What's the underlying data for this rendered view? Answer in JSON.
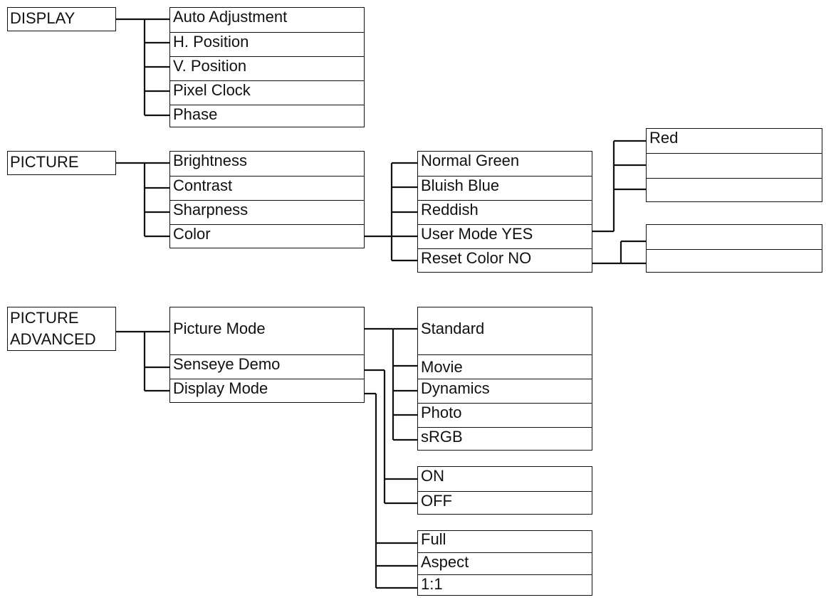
{
  "menus": [
    {
      "label": "DISPLAY",
      "items": [
        "Auto Adjustment",
        "H. Position",
        "V. Position",
        "Pixel Clock",
        "Phase"
      ]
    },
    {
      "label": "PICTURE",
      "items": [
        "Brightness",
        "Contrast",
        "Sharpness",
        "Color"
      ],
      "color_submenu": {
        "items": [
          "Normal Green",
          "Bluish Blue",
          "Reddish",
          "User Mode YES",
          "Reset Color NO"
        ],
        "user_mode_submenu": [
          "Red",
          "",
          ""
        ],
        "reset_color_submenu": [
          "",
          ""
        ]
      }
    },
    {
      "label_lines": [
        "PICTURE",
        "ADVANCED"
      ],
      "items": [
        "Picture Mode",
        "Senseye Demo",
        "Display Mode"
      ],
      "picture_mode_submenu": [
        "Standard",
        "Movie",
        "Dynamics",
        "Photo",
        "sRGB"
      ],
      "senseye_demo_submenu": [
        "ON",
        "OFF"
      ],
      "display_mode_submenu": [
        "Full",
        "Aspect",
        "1:1"
      ]
    }
  ]
}
